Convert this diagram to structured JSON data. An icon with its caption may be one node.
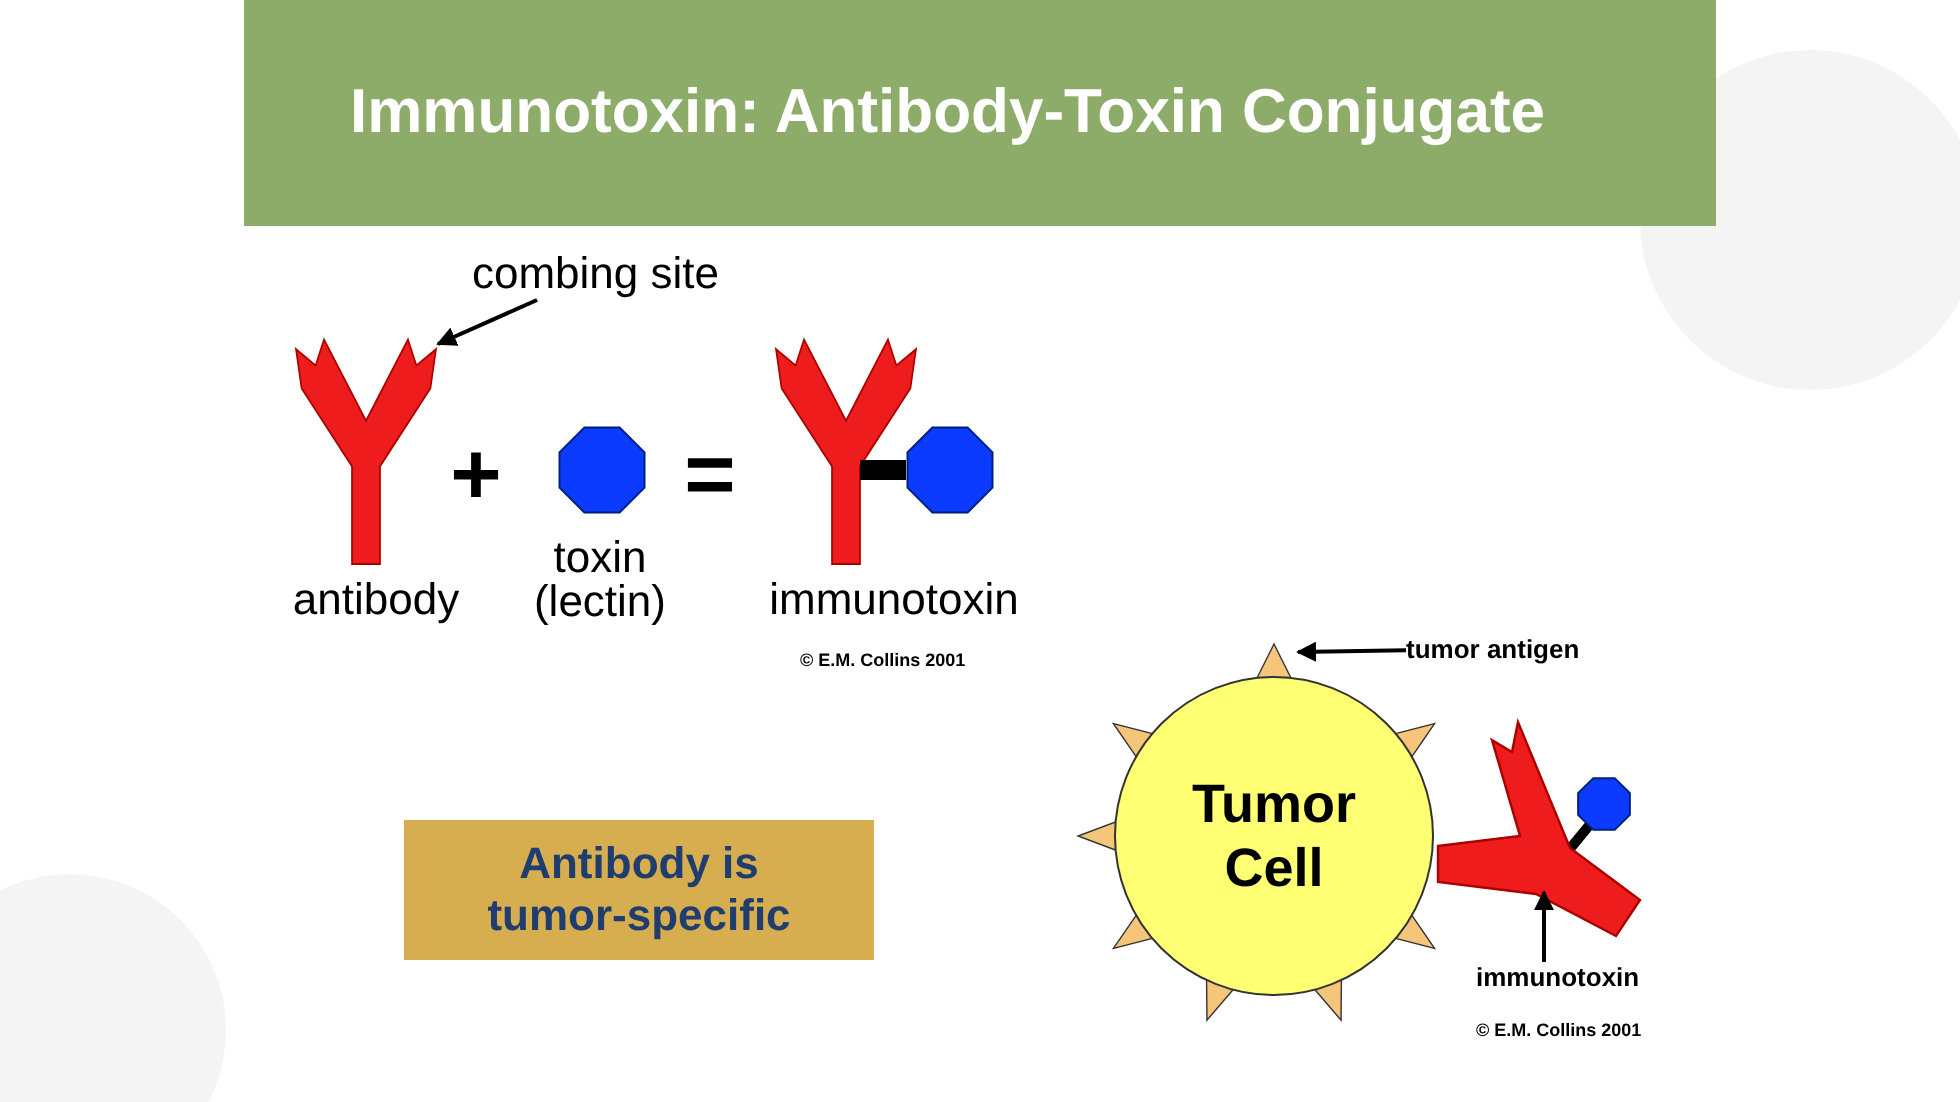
{
  "diagram": {
    "title": "Immunotoxin: Antibody-Toxin Conjugate",
    "nodes": [
      {
        "text": [
          "combing site"
        ]
      },
      {
        "text": [],
        "shape": "picture",
        "beside": [
          "antibody"
        ]
      },
      {
        "text": [],
        "shape": "octagon",
        "beside": [
          "toxin (lectin)"
        ]
      },
      {
        "text": [],
        "shape": "picture",
        "beside": [
          "immunotoxin"
        ]
      },
      {
        "text": [
          "Antibody is tumor-specific"
        ]
      },
      {
        "text": [
          "Tumor Cell"
        ]
      },
      {
        "text": [],
        "shape": "picture"
      },
      {
        "text": [
          "tumor antigen"
        ]
      },
      {
        "text": [],
        "shape": "picture"
      },
      {
        "text": [
          "immunotoxin"
        ]
      }
    ],
    "edges": [
      {
        "from": 0,
        "to": 1,
        "arrow": "to"
      },
      {
        "from": 7,
        "to": 6,
        "arrow": "to"
      },
      {
        "from": 9,
        "to": 8,
        "arrow": "to"
      }
    ],
    "labels": [
      "+",
      "=",
      "© E.M. Collins 2001",
      "© E.M. Collins 2001"
    ]
  }
}
